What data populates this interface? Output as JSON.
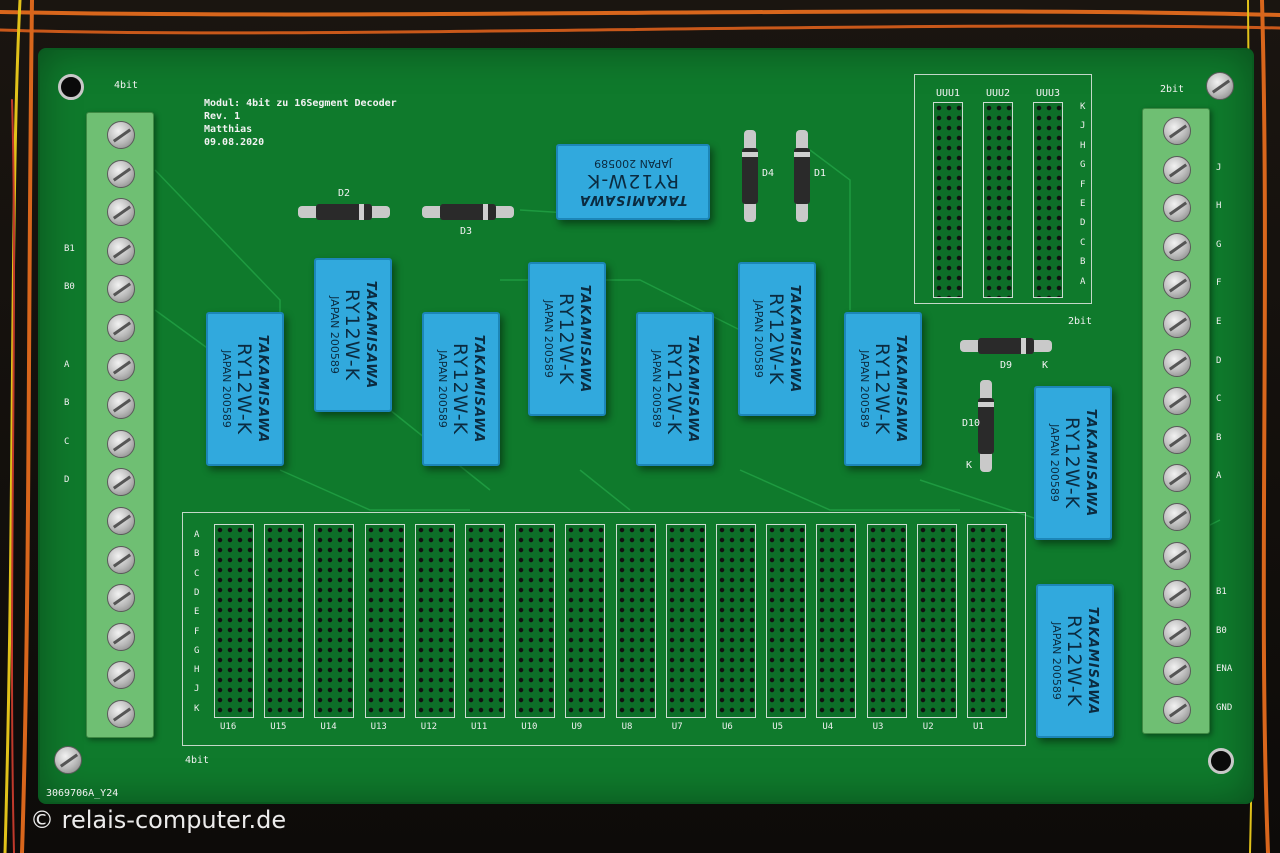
{
  "board": {
    "title_block": [
      "Modul: 4bit zu 16Segment Decoder",
      "Rev. 1",
      "Matthias",
      "09.08.2020"
    ],
    "left_header": "4bit",
    "right_header": "2bit",
    "bottom_left_label": "4bit",
    "bottom_code": "3069706A_Y24",
    "two_bit_label": "2bit"
  },
  "relay_marking": {
    "brand": "TAKAMISAWA",
    "model": "RY12W-K",
    "origin": "JAPAN 200589"
  },
  "diodes": [
    "D2",
    "D3",
    "D4",
    "D1",
    "D9",
    "D10"
  ],
  "diode_cathode": "K",
  "upper_headers": [
    "UUU1",
    "UUU2",
    "UUU3"
  ],
  "upper_rows": [
    "K",
    "J",
    "H",
    "G",
    "F",
    "E",
    "D",
    "C",
    "B",
    "A"
  ],
  "grid_rows": [
    "A",
    "B",
    "C",
    "D",
    "E",
    "F",
    "G",
    "H",
    "J",
    "K"
  ],
  "units": [
    "U16",
    "U15",
    "U14",
    "U13",
    "U12",
    "U11",
    "U10",
    "U9",
    "U8",
    "U7",
    "U6",
    "U5",
    "U4",
    "U3",
    "U2",
    "U1"
  ],
  "left_terminal_labels": [
    "",
    "",
    "",
    "B1",
    "B0",
    "",
    "A",
    "B",
    "C",
    "D",
    "",
    "",
    "",
    "",
    "",
    ""
  ],
  "right_terminal_labels": [
    "",
    "J",
    "H",
    "G",
    "F",
    "E",
    "D",
    "C",
    "B",
    "A",
    "",
    "",
    "B1",
    "B0",
    "ENA",
    "GND"
  ],
  "watermark": "© relais-computer.de"
}
